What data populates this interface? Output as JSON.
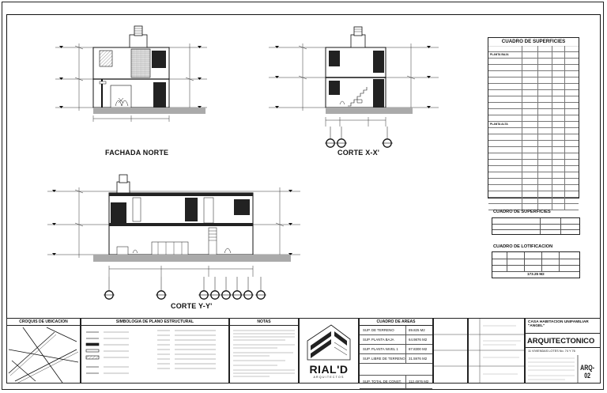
{
  "views": {
    "fachada_norte": "FACHADA NORTE",
    "corte_xx": "CORTE X-X'",
    "corte_yy": "CORTE Y-Y'"
  },
  "superficies_table": {
    "title": "CUADRO DE SUPERFICIES",
    "rows": [
      "",
      "PLANTA BAJA",
      "",
      "",
      "",
      "",
      "",
      "",
      "",
      "",
      "",
      "",
      "PLANTA ALTA",
      "",
      "",
      "",
      "",
      "",
      "",
      "",
      "",
      "",
      "",
      "",
      "",
      ""
    ]
  },
  "superficies_small": {
    "title": "CUADRO DE SUPERFICIES"
  },
  "lotificacion": {
    "title": "CUADRO DE LOTIFICACION",
    "total": "173.25 M2"
  },
  "title_block": {
    "croquis": "CROQUIS DE UBICACION",
    "simbologia": "SIMBOLOGIA DE PLANO ESTRUCTURAL",
    "notas": "NOTAS",
    "logo_text": "RIAL'D",
    "logo_sub": "ARQUITECTOS",
    "areas_title": "CUADRO DE AREAS",
    "areas": [
      {
        "label": "SUP. DE TERRENO",
        "value": "89.825 M2"
      },
      {
        "label": "SUP. PLANTA BAJA",
        "value": "64.9876 M2"
      },
      {
        "label": "SUP. PLANTA NIVEL 1",
        "value": "87.8300 M2"
      },
      {
        "label": "SUP. LIBRE DE TERRENO",
        "value": "31.5976 M2"
      },
      {
        "label": "SUP. TOTAL DE CONST.",
        "value": "112.4976 M2"
      }
    ],
    "proyecto": "CASA HABITACION UNIFAMILIAR \"ANGEL\"",
    "tipo_plano": "ARQUITECTONICO",
    "ubicacion": "11 VIVIENDAS LOTES No. 74 Y 76",
    "clave": "ARQ-02"
  }
}
